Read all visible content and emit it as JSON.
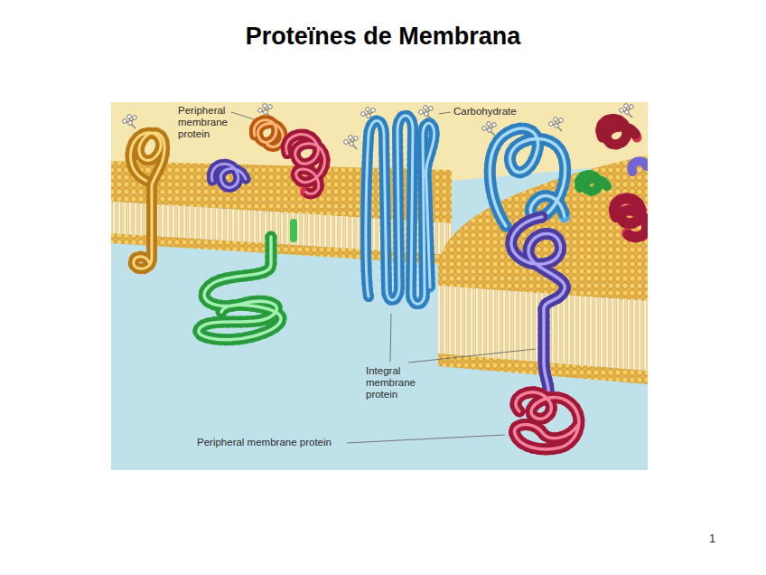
{
  "diagram": {
    "title": "Proteïnes de Membrana",
    "labels": [
      "Peripheral membrane protein",
      "Carbohydrate",
      "Integral membrane protein",
      "Peripheral membrane protein",
      "1"
    ]
  }
}
